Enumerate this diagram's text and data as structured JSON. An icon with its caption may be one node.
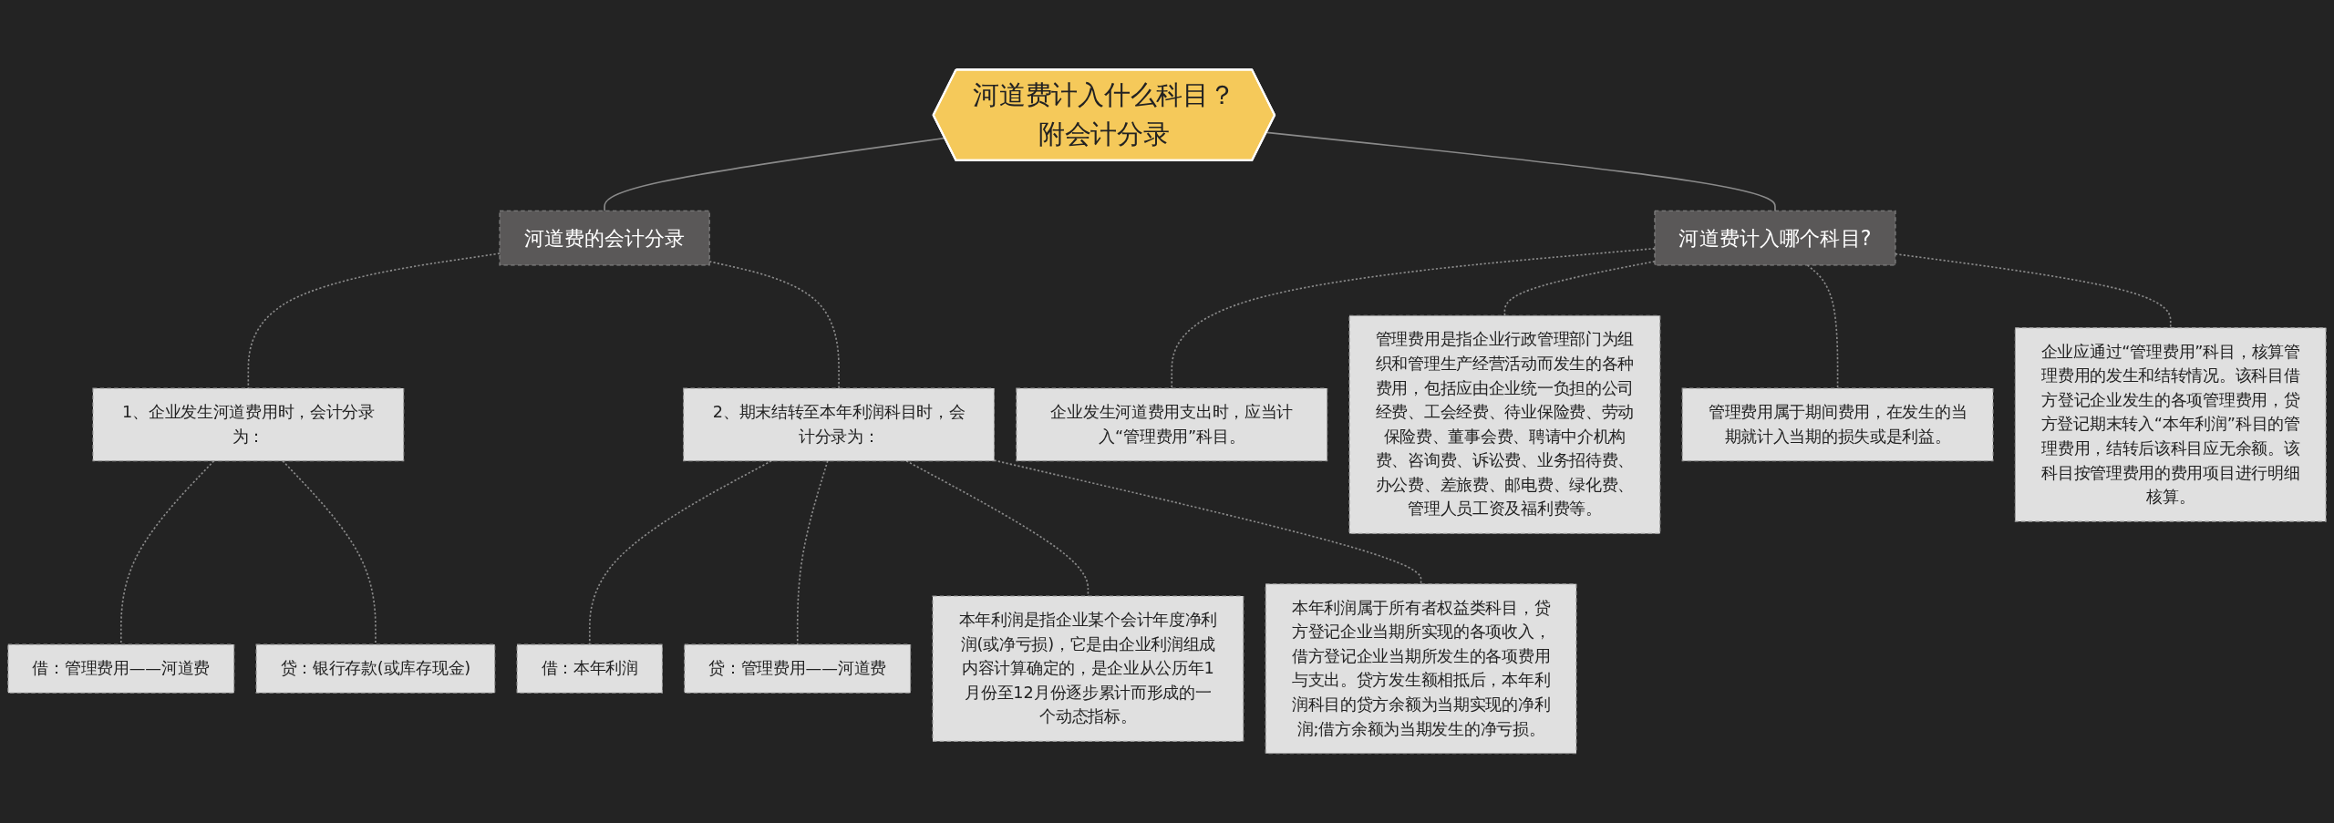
{
  "diagram": {
    "nodes": [
      {
        "text": [
          "河道费计入什么科目？附会计分录"
        ]
      },
      {
        "text": [
          "河道费的会计分录"
        ]
      },
      {
        "text": [
          "1、企业发生河道费用时，会计分录为："
        ]
      },
      {
        "text": [
          "借：管理费用——河道费"
        ]
      },
      {
        "text": [
          "贷：银行存款(或库存现金)"
        ]
      },
      {
        "text": [
          "2、期末结转至本年利润科目时，会计分录为："
        ]
      },
      {
        "text": [
          "借：本年利润"
        ]
      },
      {
        "text": [
          "贷：管理费用——河道费"
        ]
      },
      {
        "text": [
          "本年利润是指企业某个会计年度净利润(或净亏损)，它是由企业利润组成内容计算确定的，是企业从公历年1月份至12月份逐步累计而形成的一个动态指标。"
        ]
      },
      {
        "text": [
          "本年利润属于所有者权益类科目，贷方登记企业当期所实现的各项收入，借方登记企业当期所发生的各项费用与支出。贷方发生额相抵后，本年利润科目的贷方余额为当期实现的净利润;借方余额为当期发生的净亏损。"
        ]
      },
      {
        "text": [
          "河道费计入哪个科目?"
        ]
      },
      {
        "text": [
          "企业发生河道费用支出时，应当计入“管理费用”科目。"
        ]
      },
      {
        "text": [
          "管理费用是指企业行政管理部门为组织和管理生产经营活动而发生的各种费用，包括应由企业统一负担的公司经费、工会经费、待业保险费、劳动保险费、董事会费、聘请中介机构费、咨询费、诉讼费、业务招待费、办公费、差旅费、邮电费、绿化费、管理人员工资及福利费等。"
        ]
      },
      {
        "text": [
          "管理费用属于期间费用，在发生的当期就计入当期的损失或是利益。"
        ]
      },
      {
        "text": [
          "企业应通过“管理费用”科目，核算管理费用的发生和结转情况。该科目借方登记企业发生的各项管理费用，贷方登记期末转入“本年利润”科目的管理费用，结转后该科目应无余额。该科目按管理费用的费用项目进行明细核算。"
        ]
      }
    ],
    "edges": [
      {
        "from": 0,
        "to": 1,
        "arrow": "none"
      },
      {
        "from": 1,
        "to": 2,
        "arrow": "none",
        "style": "dashed"
      },
      {
        "from": 2,
        "to": 3,
        "arrow": "none",
        "style": "dashed"
      },
      {
        "from": 2,
        "to": 4,
        "arrow": "none",
        "style": "dashed"
      },
      {
        "from": 1,
        "to": 5,
        "arrow": "none",
        "style": "dashed"
      },
      {
        "from": 5,
        "to": 6,
        "arrow": "none",
        "style": "dashed"
      },
      {
        "from": 5,
        "to": 7,
        "arrow": "none",
        "style": "dashed"
      },
      {
        "from": 5,
        "to": 8,
        "arrow": "none",
        "style": "dashed"
      },
      {
        "from": 5,
        "to": 9,
        "arrow": "none",
        "style": "dashed"
      },
      {
        "from": 0,
        "to": 10,
        "arrow": "none"
      },
      {
        "from": 10,
        "to": 11,
        "arrow": "none",
        "style": "dashed"
      },
      {
        "from": 10,
        "to": 12,
        "arrow": "none",
        "style": "dashed"
      },
      {
        "from": 10,
        "to": 13,
        "arrow": "none",
        "style": "dashed"
      },
      {
        "from": 10,
        "to": 14,
        "arrow": "none",
        "style": "dashed"
      }
    ]
  }
}
